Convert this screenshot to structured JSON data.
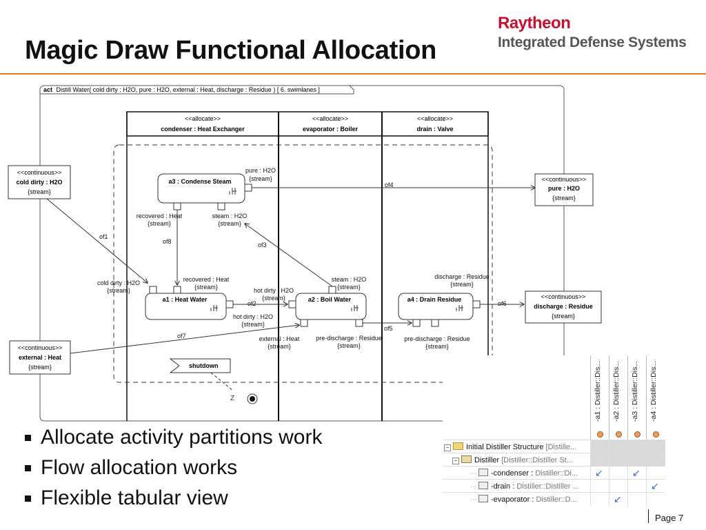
{
  "slide": {
    "title": "Magic Draw Functional Allocation",
    "brand_name": "Raytheon",
    "brand_sub": "Integrated Defense Systems",
    "page_label": "Page 7",
    "bullets": [
      "Allocate activity partitions work",
      "Flow allocation works",
      "Flexible tabular view"
    ]
  },
  "diagram": {
    "frame_kw": "act",
    "frame_title": "Distill Water( cold dirty : H2O, pure : H2O, external : Heat, discharge : Residue ) [ 6. swimlanes ]",
    "lanes": [
      {
        "stereo": "<<allocate>>",
        "name": "condenser : Heat Exchanger"
      },
      {
        "stereo": "<<allocate>>",
        "name": "evaporator : Boiler"
      },
      {
        "stereo": "<<allocate>>",
        "name": "drain : Valve"
      }
    ],
    "params": {
      "cold_dirty": {
        "stereo": "<<continuous>>",
        "name": "cold dirty : H2O",
        "tag": "{stream}"
      },
      "pure": {
        "stereo": "<<continuous>>",
        "name": "pure : H2O",
        "tag": "{stream}"
      },
      "discharge": {
        "stereo": "<<continuous>>",
        "name": "discharge : Residue",
        "tag": "{stream}"
      },
      "external": {
        "stereo": "<<continuous>>",
        "name": "external : Heat",
        "tag": "{stream}"
      }
    },
    "actions": {
      "a3": "a3 : Condense Steam",
      "a1": "a1 : Heat Water",
      "a2": "a2 : Boil Water",
      "a4": "a4 : Drain Residue"
    },
    "pins": {
      "a3_pure": "pure : H2O",
      "a3_recovered": "recovered : Heat",
      "a3_steam": "steam : H2O",
      "a1_cold": "cold dirty : H2O",
      "a1_recovered": "recovered : Heat",
      "a2_steam": "steam : H2O",
      "a2_hot_in": "hot dirty : H2O",
      "a1_hot_out": "hot dirty : H2O",
      "a2_external": "external : Heat",
      "a2_predischarge": "pre-discharge : Residue",
      "a4_predischarge": "pre-discharge : Residue",
      "a4_discharge": "discharge : Residue",
      "stream": "{stream}"
    },
    "flows": [
      "of1",
      "of2",
      "of3",
      "of4",
      "of5",
      "of6",
      "of7",
      "of8"
    ],
    "shutdown": "shutdown"
  },
  "table": {
    "columns": [
      "-a1 : Distiller::Dis...",
      "-a2 : Distiller::Dis...",
      "-a3 : Distiller::Dis...",
      "-a4 : Distiller::Dis..."
    ],
    "rows": [
      {
        "name": "Initial Distiller Structure",
        "type": "[Distille...",
        "indent": 0
      },
      {
        "name": "Distiller",
        "type": "[Distiller::Distiller St...",
        "indent": 1
      },
      {
        "name": "-condenser :",
        "type": "Distiller::Di...",
        "indent": 2
      },
      {
        "name": "-drain :",
        "type": "Distiller::Distiller ...",
        "indent": 2
      },
      {
        "name": "-evaporator :",
        "type": "Distiller::D...",
        "indent": 2
      }
    ]
  },
  "colors": {
    "accent_rule": "#e07a2a",
    "brand_red": "#c8102e",
    "allocation_arrow": "#3a6fc8"
  }
}
